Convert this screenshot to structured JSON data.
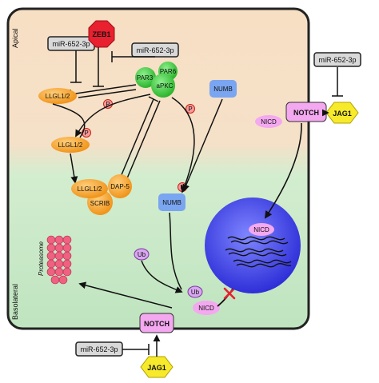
{
  "regions": {
    "apical": "Apical",
    "basolateral": "Basolateral"
  },
  "mirna": {
    "label": "miR-652-3p"
  },
  "proteins": {
    "zeb1": "ZEB1",
    "par6": "PAR6",
    "par3": "PAR3",
    "apkc": "aPKC",
    "numb": "NUMB",
    "llgl": "LLGL1/2",
    "dap5": "DAP-5",
    "scrib": "SCRIB",
    "notch": "NOTCH",
    "nicd": "NICD",
    "jag1": "JAG1",
    "proteasome": "Proteasome"
  },
  "modifications": {
    "phospho": "P",
    "ubiquitin": "Ub"
  },
  "colors": {
    "apical_bg": "#f7dfc4",
    "basolateral_bg": "#cdeccd",
    "mirna_box": "#d9d9d9",
    "zeb1": "#e8202f",
    "par_complex": "#3cc43c",
    "llgl": "#f4a02a",
    "numb": "#7aa5f0",
    "notch": "#f4a8f0",
    "jag1": "#f7ea2a",
    "proteasome": "#f06080",
    "nucleus": "#3a3ae6",
    "inhibition_cross": "#e8202f"
  }
}
